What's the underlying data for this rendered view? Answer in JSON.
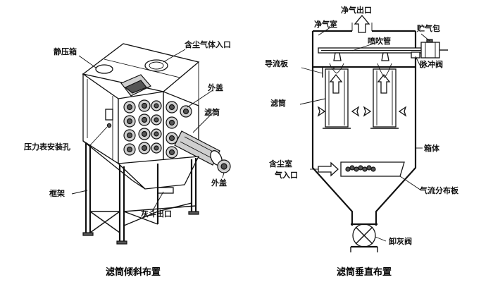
{
  "left_diagram": {
    "caption": "滤筒倾斜布置",
    "labels": {
      "static_box": "静压箱",
      "dusty_gas_inlet": "含尘气体入口",
      "outer_cover_top": "外盖",
      "filter_cartridge": "滤筒",
      "outer_cover_bottom": "外盖",
      "pressure_gauge_hole": "压力表安装孔",
      "frame": "框架",
      "ash_hopper_outlet": "灰斗出口"
    }
  },
  "right_diagram": {
    "caption": "滤筒垂直布置",
    "labels": {
      "clean_gas_outlet": "净气出口",
      "clean_air_chamber": "净气室",
      "air_tank": "贮气包",
      "blow_pipe": "喷吹管",
      "guide_plate": "导流板",
      "pulse_valve": "脉冲阀",
      "filter_cartridge": "滤筒",
      "housing": "箱体",
      "dusty_gas_inlet_line1": "含尘室",
      "dusty_gas_inlet_line2": "气入口",
      "airflow_distribution_plate": "气流分布板",
      "ash_discharge_valve": "卸灰阀"
    }
  }
}
